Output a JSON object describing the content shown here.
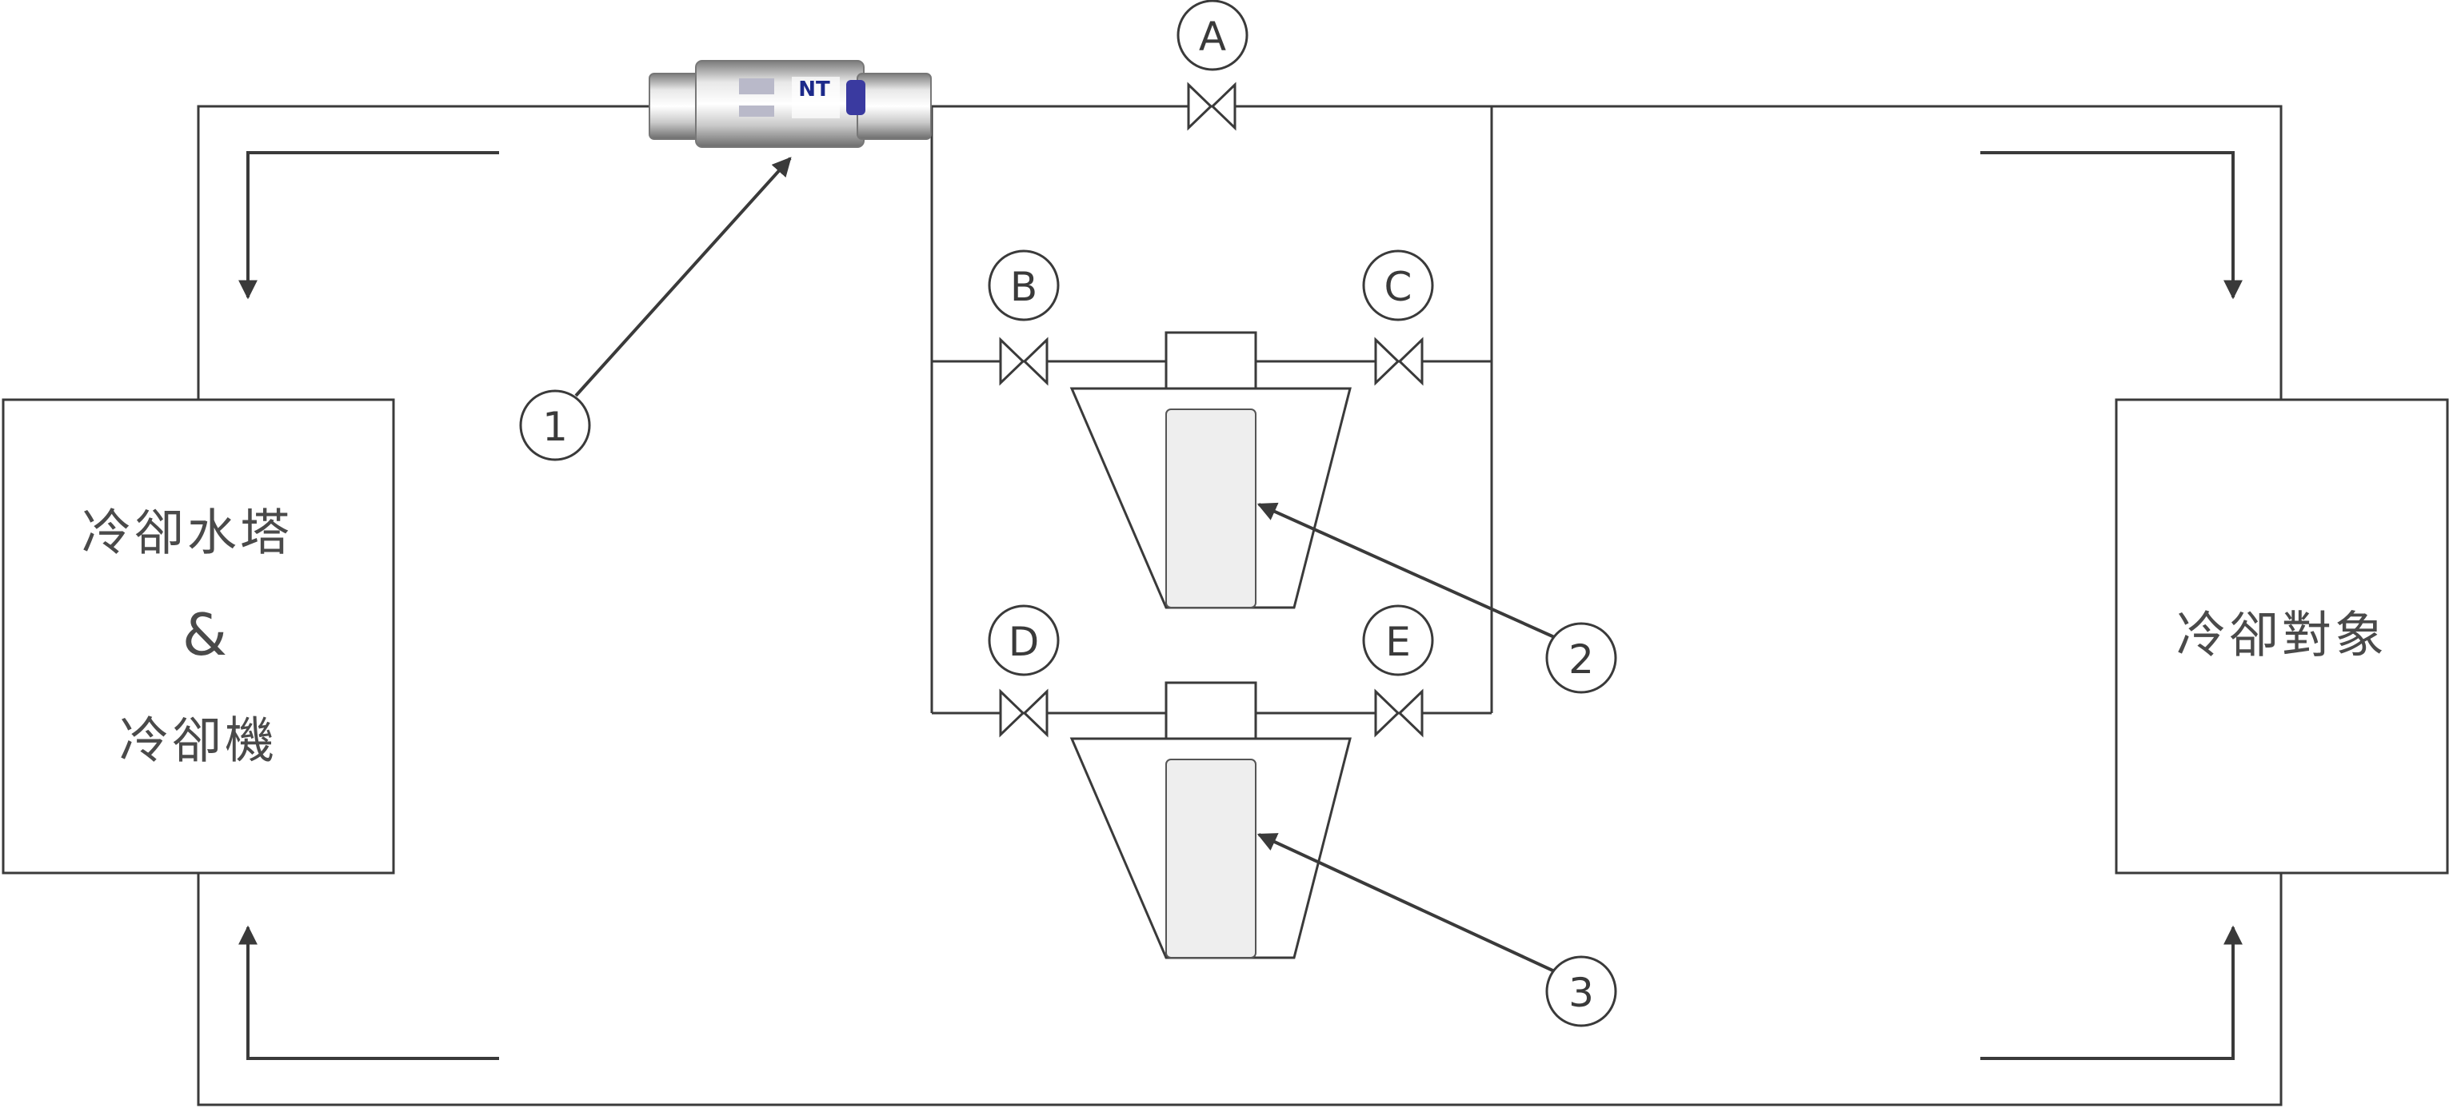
{
  "left_unit": {
    "lines": [
      "冷卻水塔",
      "&",
      "冷卻機"
    ]
  },
  "right_unit": {
    "label": "冷卻對象"
  },
  "valves": [
    "A",
    "B",
    "C",
    "D",
    "E"
  ],
  "callouts": [
    "1",
    "2",
    "3"
  ],
  "device": {
    "logo_text": "NT"
  },
  "colors": {
    "line": "#3a3a3a",
    "text": "#4a4a4a",
    "cartridge": "#eeeeee"
  }
}
